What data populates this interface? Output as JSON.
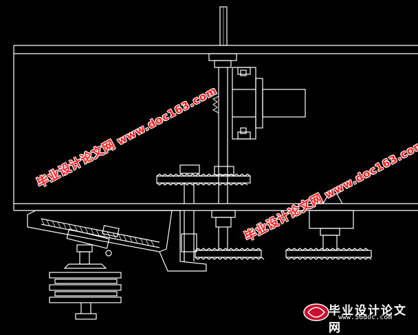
{
  "watermark": {
    "cn": "毕业设计论文网",
    "url": "www.doc163.com"
  },
  "logo": {
    "text": "毕业设计论文网",
    "url": "www.56doc.com"
  },
  "colors": {
    "background": "#000000",
    "lines": "#ffffff",
    "watermark": "#ff2020"
  }
}
